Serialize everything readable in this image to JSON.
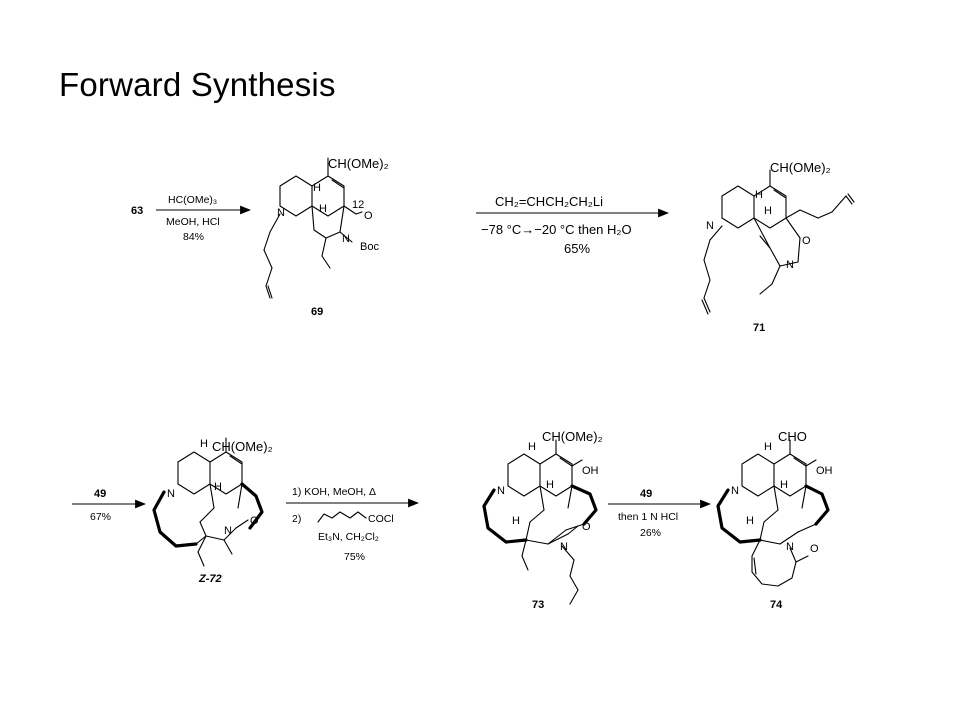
{
  "header": {
    "title": "Forward Synthesis"
  },
  "scheme": {
    "step1": {
      "start": "63",
      "reagent_top": "HC(OMe)₃",
      "reagent_bottom": "MeOH, HCl",
      "yield": "84%"
    },
    "compound69": {
      "label": "69",
      "sub": "CH(OMe)₂",
      "n": "N",
      "boc": "Boc",
      "pos": "12",
      "o": "O",
      "h1": "H",
      "h2": "H",
      "n2": "N"
    },
    "step2": {
      "reagent_top": "CH₂=CHCH₂CH₂Li",
      "reagent_mid": "−78 °C→−20 °C then H₂O",
      "yield": "65%"
    },
    "compound71": {
      "label": "71",
      "sub": "CH(OMe)₂",
      "n": "N",
      "o": "O",
      "h1": "H",
      "h2": "H",
      "n2": "N"
    },
    "step3": {
      "reagent": "49",
      "yield": "67%"
    },
    "compoundZ72": {
      "label": "Z-72",
      "sub": "CH(OMe)₂",
      "n": "N",
      "o": "O",
      "h1": "H",
      "h2": "H",
      "n2": "N"
    },
    "step4": {
      "line1": "1) KOH, MeOH, Δ",
      "line2_prefix": "2)",
      "line2_group": "COCl",
      "line3": "Et₃N, CH₂Cl₂",
      "yield": "75%"
    },
    "compound73": {
      "label": "73",
      "sub": "CH(OMe)₂",
      "oh": "OH",
      "n": "N",
      "o": "O",
      "h1": "H",
      "h2": "H",
      "h3": "H",
      "n2": "N"
    },
    "step5": {
      "reagent": "49",
      "line2": "then 1 N HCl",
      "yield": "26%"
    },
    "compound74": {
      "label": "74",
      "sub": "CHO",
      "oh": "OH",
      "n": "N",
      "o": "O",
      "h1": "H",
      "h2": "H",
      "h3": "H",
      "n2": "N"
    }
  }
}
